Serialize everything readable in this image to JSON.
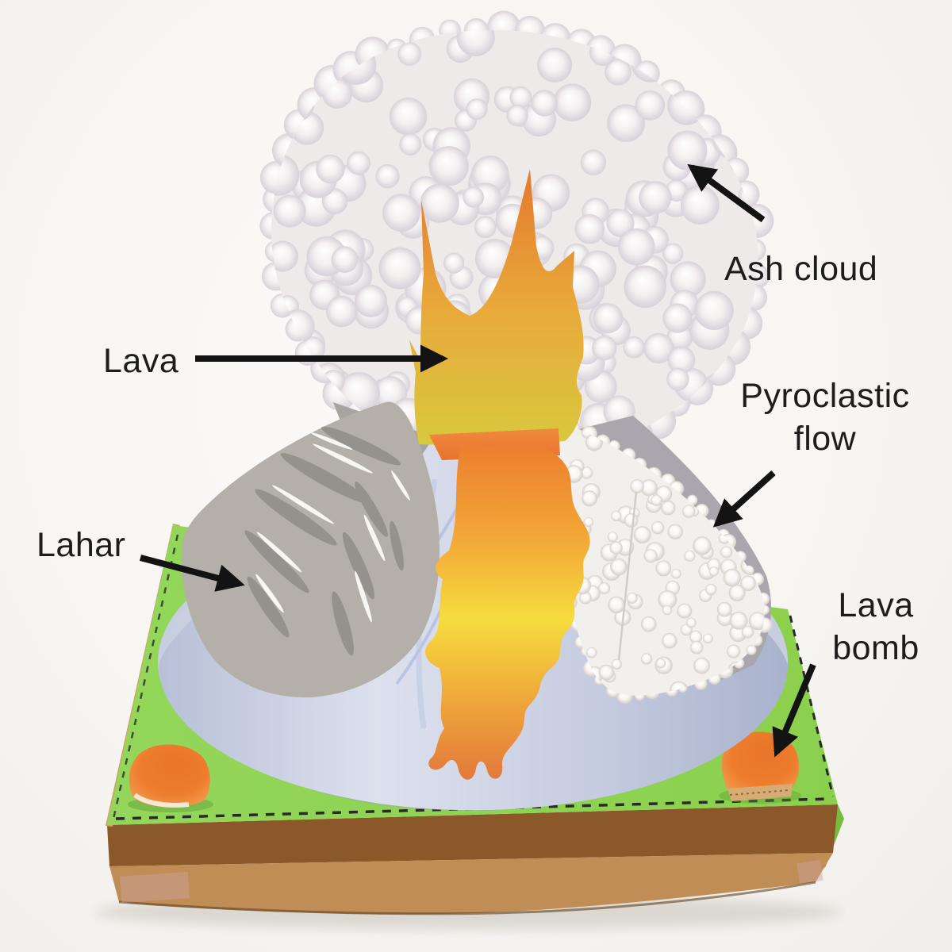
{
  "labels": {
    "ash_cloud": "Ash cloud",
    "lava": "Lava",
    "pyroclastic_flow": "Pyroclastic flow",
    "lahar": "Lahar",
    "lava_bomb": "Lava bomb"
  },
  "colors": {
    "background": "#f8f6f3",
    "label_text": "#1d1d1d",
    "arrow_black": "#131313",
    "ash_cloud_white": "#edeae9",
    "pyroclastic_white": "#f2f0ed",
    "lava_orange": "#e5782e",
    "lava_yellow": "#f6dc3f",
    "cone_blue_gray": "#c5cce0",
    "skirt_blue": "#bfc8dc",
    "lahar_gray": "#b4afa9",
    "grass_green": "#8bd04d",
    "soil_dark_brown": "#8a5829",
    "soil_light_brown": "#c18d57",
    "lava_bomb_orange": "#ed7c2c",
    "cardboard_tan": "#d2a266"
  }
}
